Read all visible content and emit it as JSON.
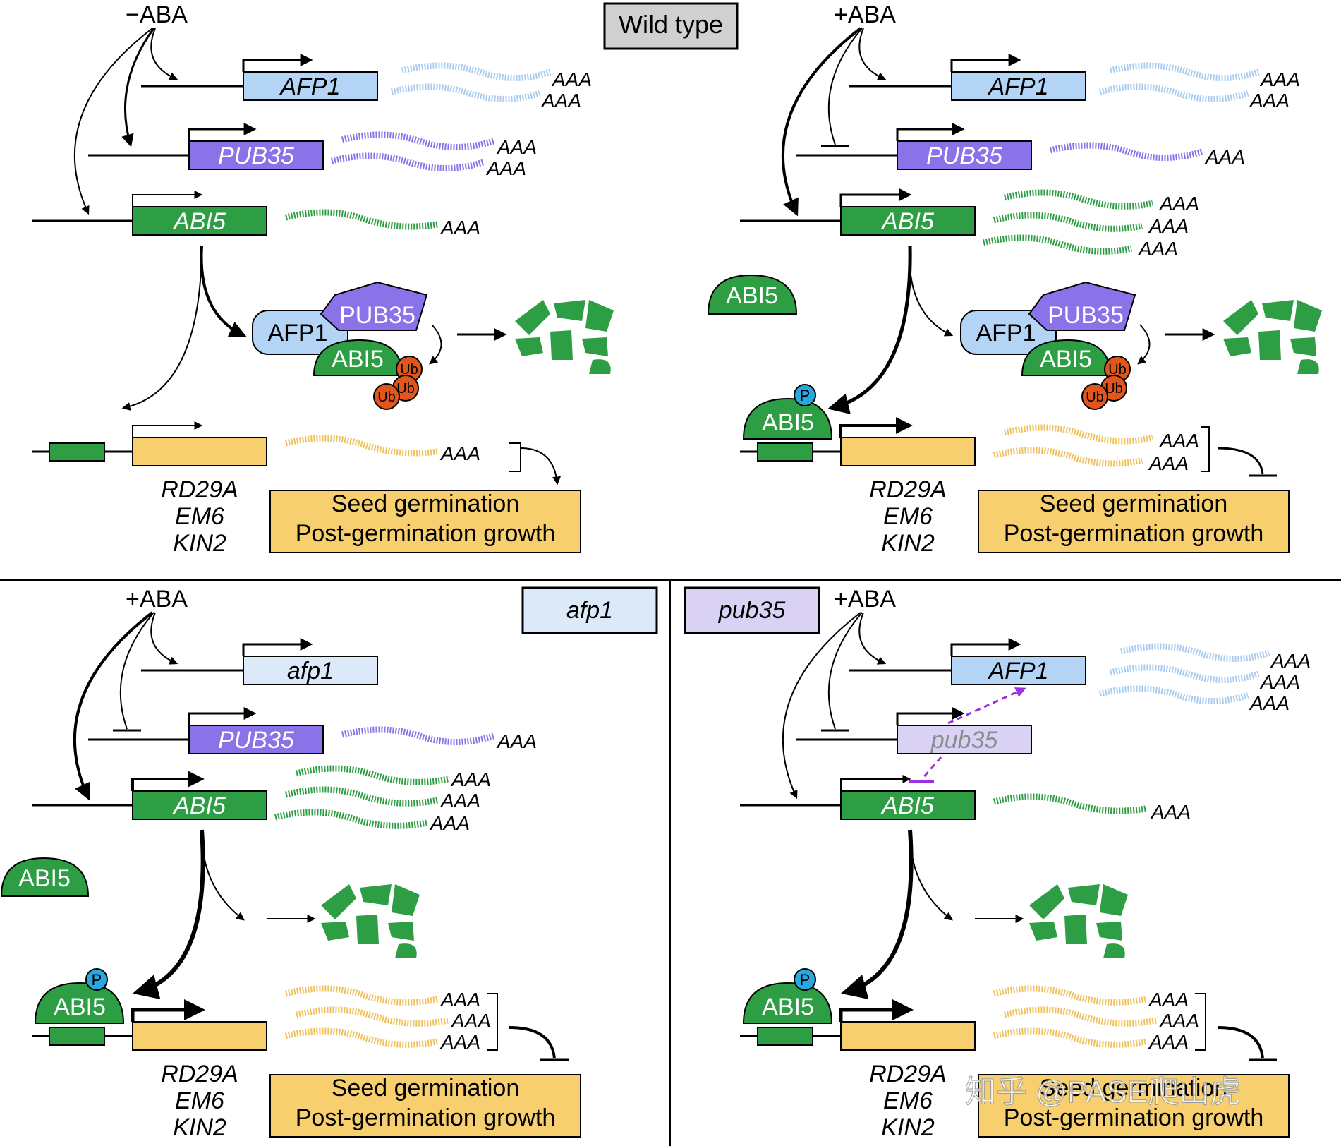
{
  "title": "Wild type",
  "panels": {
    "wt_minus": {
      "condition": "−ABA",
      "genes": {
        "afp1": "AFP1",
        "pub35": "PUB35",
        "abi5": "ABI5"
      },
      "polyA": [
        "AAA",
        "AAA",
        "AAA",
        "AAA",
        "AAA",
        "AAA"
      ],
      "complex": {
        "afp1": "AFP1",
        "pub35": "PUB35",
        "abi5": "ABI5",
        "ub": [
          "Ub",
          "Ub",
          "Ub"
        ]
      },
      "targets": [
        "RD29A",
        "EM6",
        "KIN2"
      ],
      "outcome": [
        "Seed germination",
        "Post-germination growth"
      ]
    },
    "wt_plus": {
      "condition": "+ABA",
      "genes": {
        "afp1": "AFP1",
        "pub35": "PUB35",
        "abi5": "ABI5"
      },
      "polyA": [
        "AAA",
        "AAA",
        "AAA",
        "AAA",
        "AAA",
        "AAA",
        "AAA",
        "AAA"
      ],
      "abi5_protein": "ABI5",
      "complex": {
        "afp1": "AFP1",
        "pub35": "PUB35",
        "abi5": "ABI5",
        "ub": [
          "Ub",
          "Ub",
          "Ub"
        ]
      },
      "phos": "P",
      "bound": "ABI5",
      "targets": [
        "RD29A",
        "EM6",
        "KIN2"
      ],
      "outcome": [
        "Seed germination",
        "Post-germination growth"
      ]
    },
    "afp1": {
      "label": "afp1",
      "condition": "+ABA",
      "genes": {
        "afp1": "afp1",
        "pub35": "PUB35",
        "abi5": "ABI5"
      },
      "polyA": [
        "AAA",
        "AAA",
        "AAA",
        "AAA",
        "AAA",
        "AAA",
        "AAA"
      ],
      "abi5_protein": "ABI5",
      "phos": "P",
      "bound": "ABI5",
      "targets": [
        "RD29A",
        "EM6",
        "KIN2"
      ],
      "outcome": [
        "Seed germination",
        "Post-germination growth"
      ]
    },
    "pub35": {
      "label": "pub35",
      "condition": "+ABA",
      "genes": {
        "afp1": "AFP1",
        "pub35": "pub35",
        "abi5": "ABI5"
      },
      "polyA": [
        "AAA",
        "AAA",
        "AAA",
        "AAA",
        "AAA",
        "AAA",
        "AAA"
      ],
      "phos": "P",
      "bound": "ABI5",
      "targets": [
        "RD29A",
        "EM6",
        "KIN2"
      ],
      "outcome": [
        "Seed germination",
        "Post-germination growth"
      ]
    }
  },
  "watermark": "知乎 @PASE爬山虎",
  "colors": {
    "afp1": "#b3d4f5",
    "afp1_mutant": "#dbe9f8",
    "pub35": "#8a72e8",
    "pub35_mutant": "#d9d2f5",
    "abi5": "#2e9e45",
    "target": "#f7cf6e",
    "ub": "#e0561c",
    "phospho": "#29a8e0",
    "dashed": "#9b30e0"
  }
}
